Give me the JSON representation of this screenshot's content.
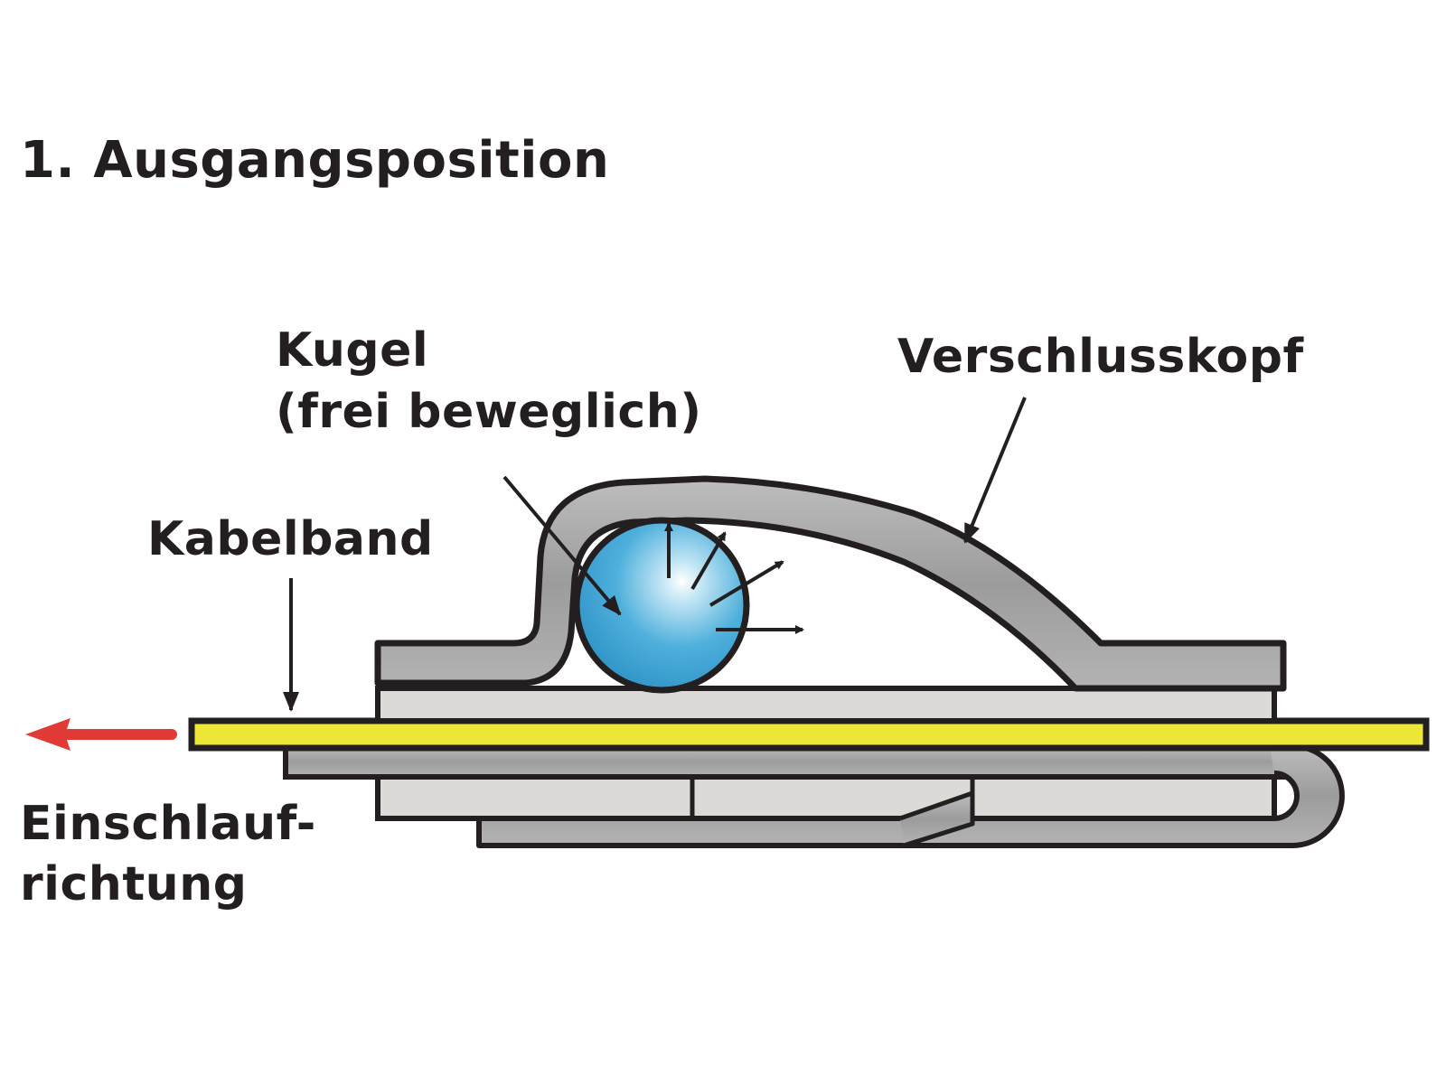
{
  "title": "1. Ausgangsposition",
  "labels": {
    "ball_line1": "Kugel",
    "ball_line2": "(frei beweglich)",
    "lock_head": "Verschlusskopf",
    "cable_tie": "Kabelband",
    "entry_line1": "Einschlauf-",
    "entry_line2": "richtung"
  },
  "colors": {
    "outline": "#231f20",
    "head_gray": "#a3a3a3",
    "light_body": "#dcdad6",
    "band_yellow": "#ece736",
    "ball_blue": "#3aa3d4",
    "arrow_red": "#e23a34"
  }
}
